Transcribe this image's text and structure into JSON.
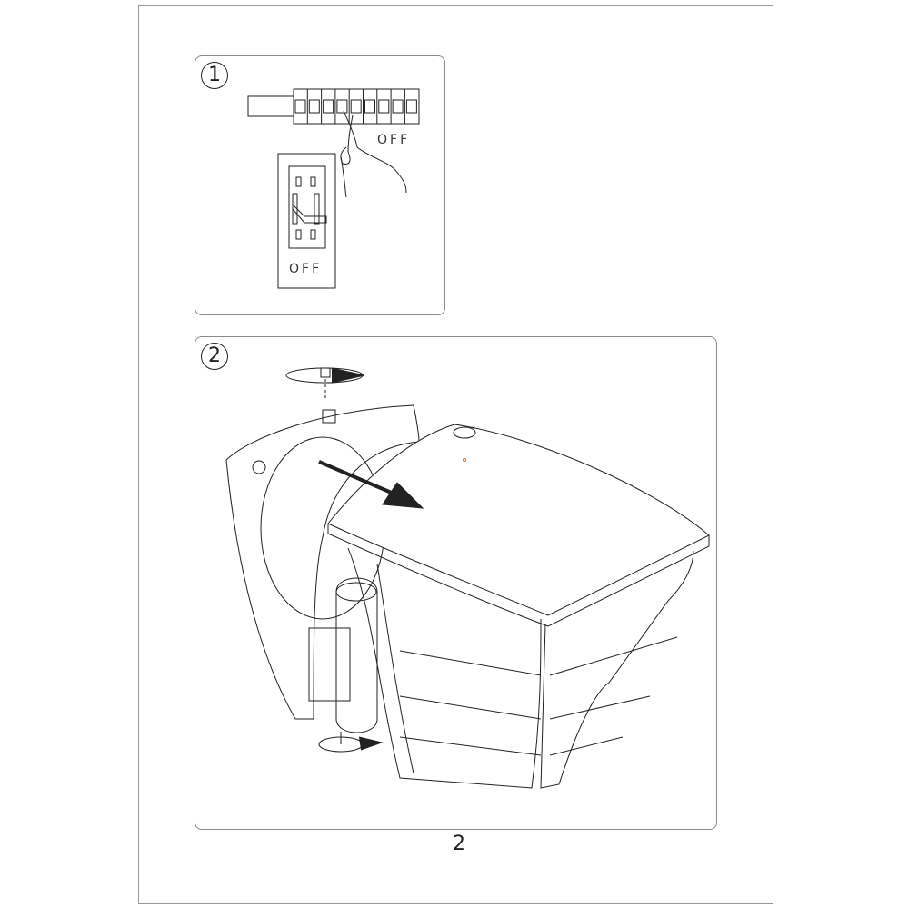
{
  "steps": [
    {
      "number": "1",
      "labels": {
        "breaker_off": "OFF",
        "switch_off": "OFF"
      }
    },
    {
      "number": "2"
    }
  ],
  "page_number": "2"
}
